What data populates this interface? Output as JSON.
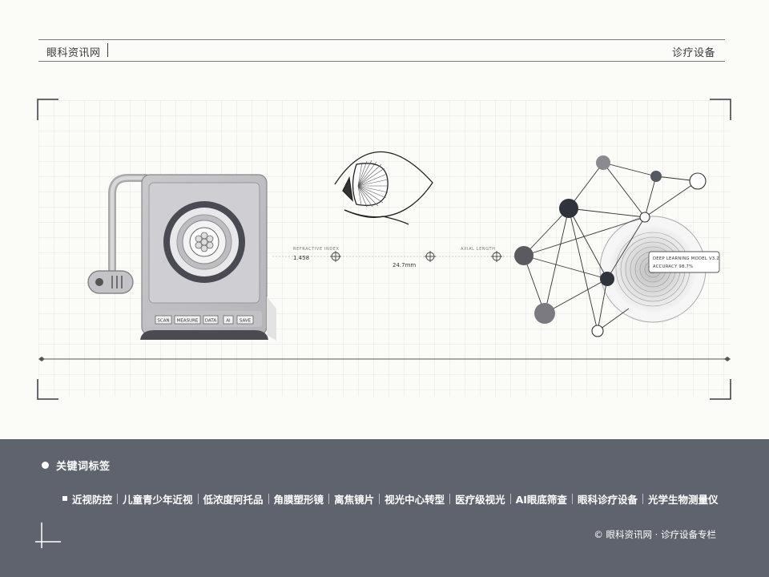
{
  "header": {
    "site_name": "眼科资讯网",
    "section": "诊疗设备"
  },
  "illustration": {
    "device_buttons": [
      "SCAN",
      "MEASURE",
      "DATA",
      "AI",
      "SAVE"
    ],
    "refractive_index_label": "REFRACTIVE INDEX",
    "refractive_index_value": "1.458",
    "axial_length_label": "AXIAL LENGTH",
    "axial_length_value": "24.7mm",
    "ai_model_label": "DEEP LEARNING MODEL V3.2",
    "ai_accuracy": "ACCURACY 98.7%"
  },
  "footer": {
    "keywords_title": "关键词标签",
    "keywords": [
      "近视防控",
      "儿童青少年近视",
      "低浓度阿托品",
      "角膜塑形镜",
      "离焦镜片",
      "视光中心转型",
      "医疗级视光",
      "AI眼底筛查",
      "眼科诊疗设备",
      "光学生物测量仪"
    ],
    "copyright": "© 眼科资讯网 · 诊疗设备专栏"
  },
  "colors": {
    "footer_bg": "#5f636d",
    "page_bg": "#fbfbf8",
    "node_dark": "#2f333b"
  }
}
